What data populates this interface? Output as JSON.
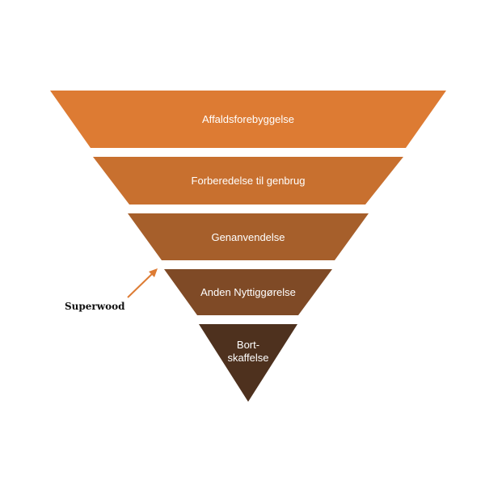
{
  "diagram": {
    "tiers": [
      {
        "label_lines": [
          "Affaldsforebyggelse"
        ],
        "color": "#DD7B33"
      },
      {
        "label_lines": [
          "Forberedelse til genbrug"
        ],
        "color": "#C8702F"
      },
      {
        "label_lines": [
          "Genanvendelse"
        ],
        "color": "#A65F2B"
      },
      {
        "label_lines": [
          "Anden Nyttiggørelse"
        ],
        "color": "#7F4A26"
      },
      {
        "label_lines": [
          "Bort-",
          "skaffelse"
        ],
        "color": "#4E311E"
      }
    ],
    "annotation": {
      "label": "Superwood",
      "arrow_color": "#DD7B33",
      "points_to_tier": "Anden Nyttiggørelse"
    }
  }
}
